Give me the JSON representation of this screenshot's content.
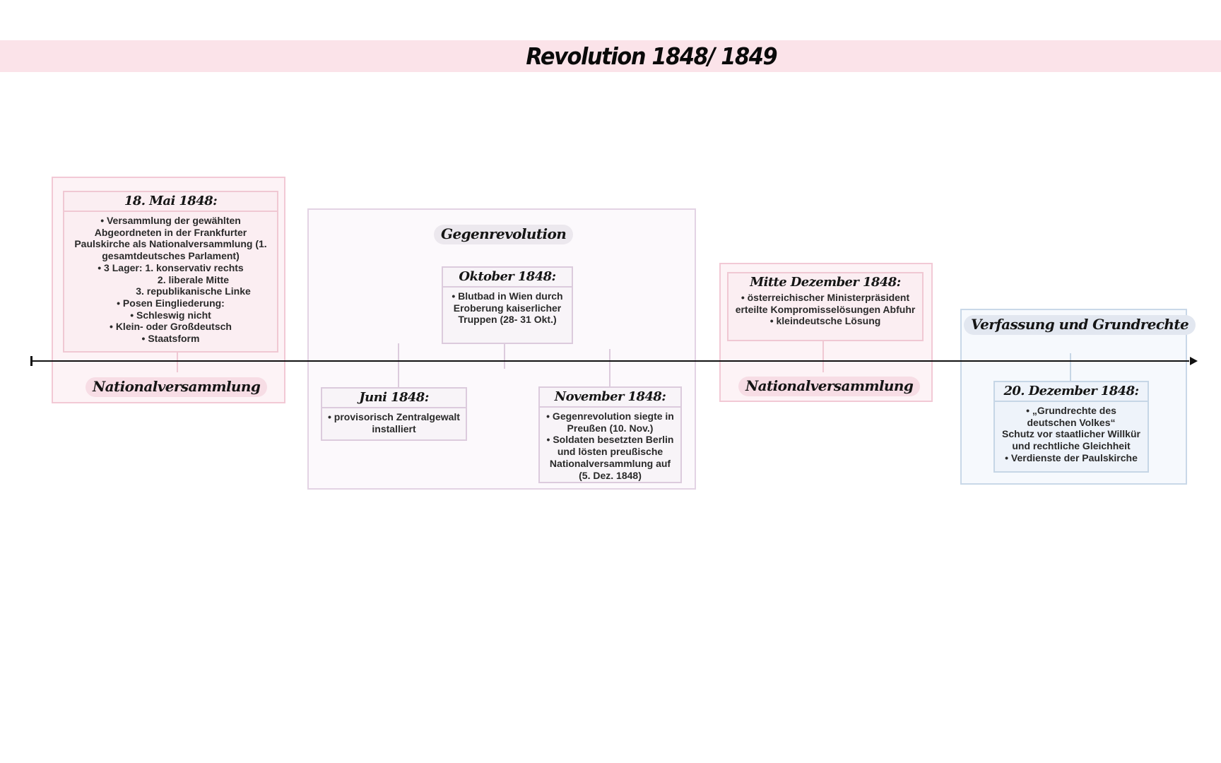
{
  "title": "Revolution 1848/ 1849",
  "colors": {
    "title_band": "#fbe3e9",
    "pink_border": "#f2c9d5",
    "lilac_border": "#e3d3e4",
    "blue_border": "#c9d8e8",
    "axis": "#111111"
  },
  "groups": [
    {
      "label": "Nationalversammlung",
      "theme": "pink",
      "events": [
        {
          "date": "18. Mai 1848:",
          "lines": [
            "• Versammlung der gewählten",
            "Abgeordneten in der Frankfurter",
            "Paulskirche als Nationalversammlung (1.",
            "gesamtdeutsches Parlament)",
            "• 3 Lager: 1. konservativ rechts",
            "2. liberale Mitte",
            "3. republikanische Linke",
            "• Posen Eingliederung:",
            "• Schleswig nicht",
            "• Klein- oder Großdeutsch",
            "• Staatsform"
          ]
        }
      ]
    },
    {
      "label": "Gegenrevolution",
      "theme": "lilac",
      "events": [
        {
          "date": "Juni 1848:",
          "lines": [
            "• provisorisch Zentralgewalt",
            "installiert"
          ]
        },
        {
          "date": "Oktober 1848:",
          "lines": [
            "• Blutbad in Wien durch",
            "Eroberung kaiserlicher",
            "Truppen (28- 31 Okt.)"
          ]
        },
        {
          "date": "November 1848:",
          "lines": [
            "• Gegenrevolution siegte in",
            "Preußen (10. Nov.)",
            "• Soldaten besetzten Berlin",
            "und lösten preußische",
            "Nationalversammlung auf",
            "(5. Dez. 1848)"
          ]
        }
      ]
    },
    {
      "label": "Nationalversammlung",
      "theme": "pink",
      "events": [
        {
          "date": "Mitte Dezember 1848:",
          "lines": [
            "• österreichischer Ministerpräsident",
            "erteilte Kompromisselösungen Abfuhr",
            "• kleindeutsche Lösung"
          ]
        }
      ]
    },
    {
      "label": "Verfassung und Grundrechte",
      "theme": "blue",
      "events": [
        {
          "date": "20. Dezember 1848:",
          "lines": [
            "• „Grundrechte des",
            "deutschen Volkes“",
            "Schutz vor staatlicher Willkür",
            "und rechtliche Gleichheit",
            "• Verdienste der Paulskirche"
          ]
        }
      ]
    }
  ]
}
